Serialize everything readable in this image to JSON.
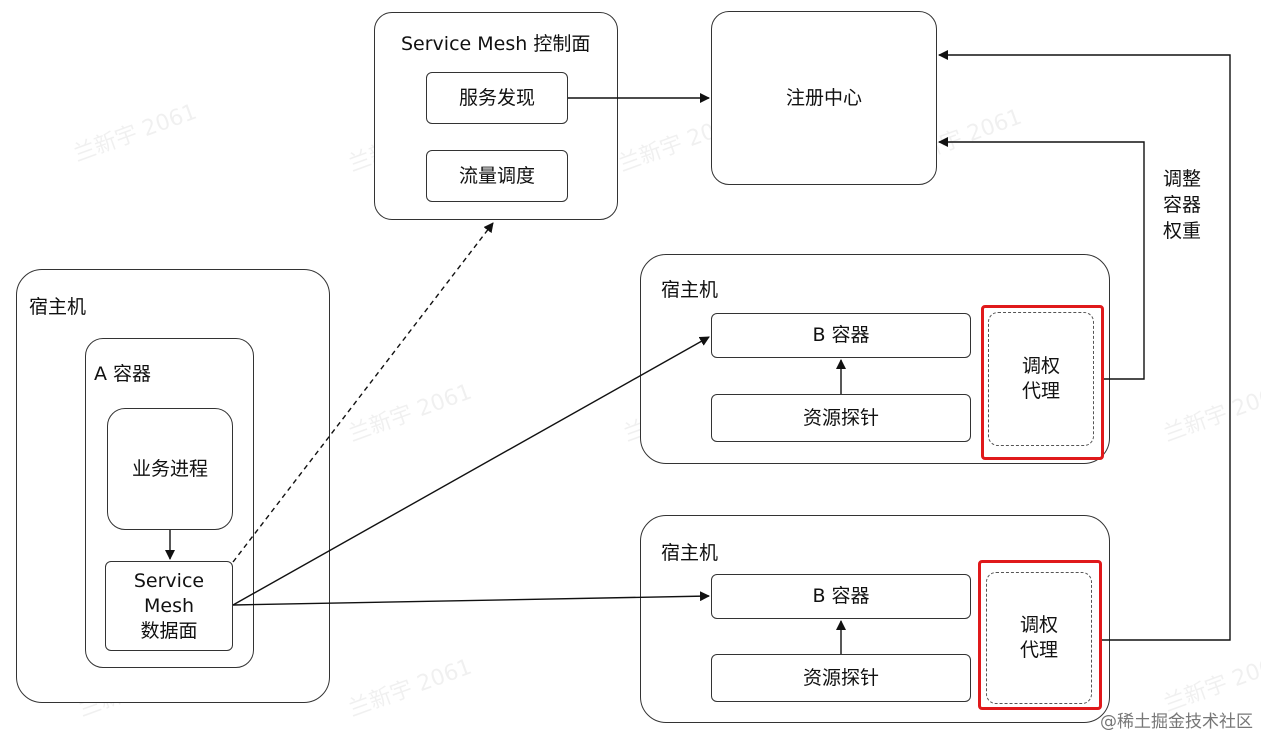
{
  "control_plane": {
    "title": "Service Mesh 控制面",
    "service_discovery": "服务发现",
    "traffic_scheduling": "流量调度"
  },
  "registry": {
    "label": "注册中心"
  },
  "adjust_label": [
    "调整",
    "容器",
    "权重"
  ],
  "host_a": {
    "title": "宿主机",
    "container_title": "A 容器",
    "business_process": "业务进程",
    "data_plane": [
      "Service",
      "Mesh",
      "数据面"
    ]
  },
  "host_b1": {
    "title": "宿主机",
    "container": "B 容器",
    "probe": "资源探针",
    "agent": [
      "调权",
      "代理"
    ]
  },
  "host_b2": {
    "title": "宿主机",
    "container": "B 容器",
    "probe": "资源探针",
    "agent": [
      "调权",
      "代理"
    ]
  },
  "footer": "@稀土掘金技术社区",
  "watermark": "兰新宇 2061"
}
